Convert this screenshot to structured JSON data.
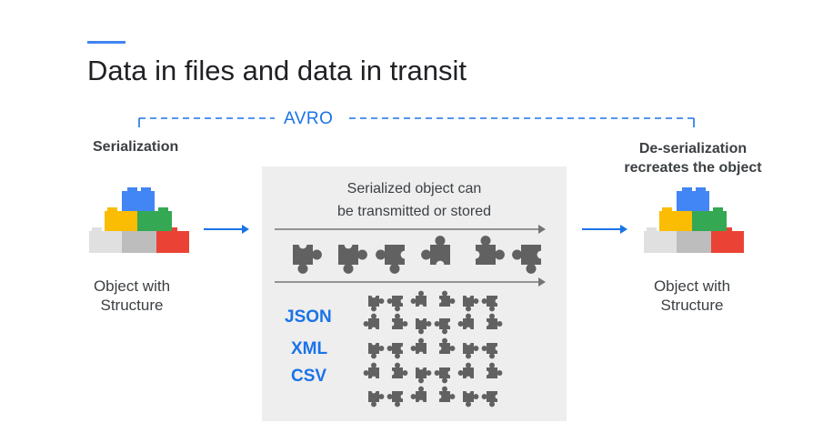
{
  "slide": {
    "title": "Data in files and data in transit",
    "avro_label": "AVRO",
    "serialization_heading": "Serialization",
    "deserialization_heading_line1": "De-serialization",
    "deserialization_heading_line2": "recreates the object",
    "left_caption_line1": "Object with",
    "left_caption_line2": "Structure",
    "right_caption_line1": "Object with",
    "right_caption_line2": "Structure",
    "panel_text_line1": "Serialized object can",
    "panel_text_line2": "be transmitted or stored",
    "formats": [
      "JSON",
      "XML",
      "CSV"
    ]
  },
  "icons": {
    "blocks": "lego-blocks-icon",
    "arrow": "arrow-right-icon",
    "piece": "puzzle-piece-icon"
  },
  "colors": {
    "accent_blue": "#4285f4",
    "label_blue": "#1a73e8",
    "brick_blue": "#4285f4",
    "brick_yellow": "#fbbc04",
    "brick_green": "#34a853",
    "brick_red": "#ea4335",
    "brick_light_gray": "#e0e0e0",
    "brick_gray": "#bdbdbd",
    "piece_gray": "#616161",
    "panel_gray": "#eeeeee"
  }
}
